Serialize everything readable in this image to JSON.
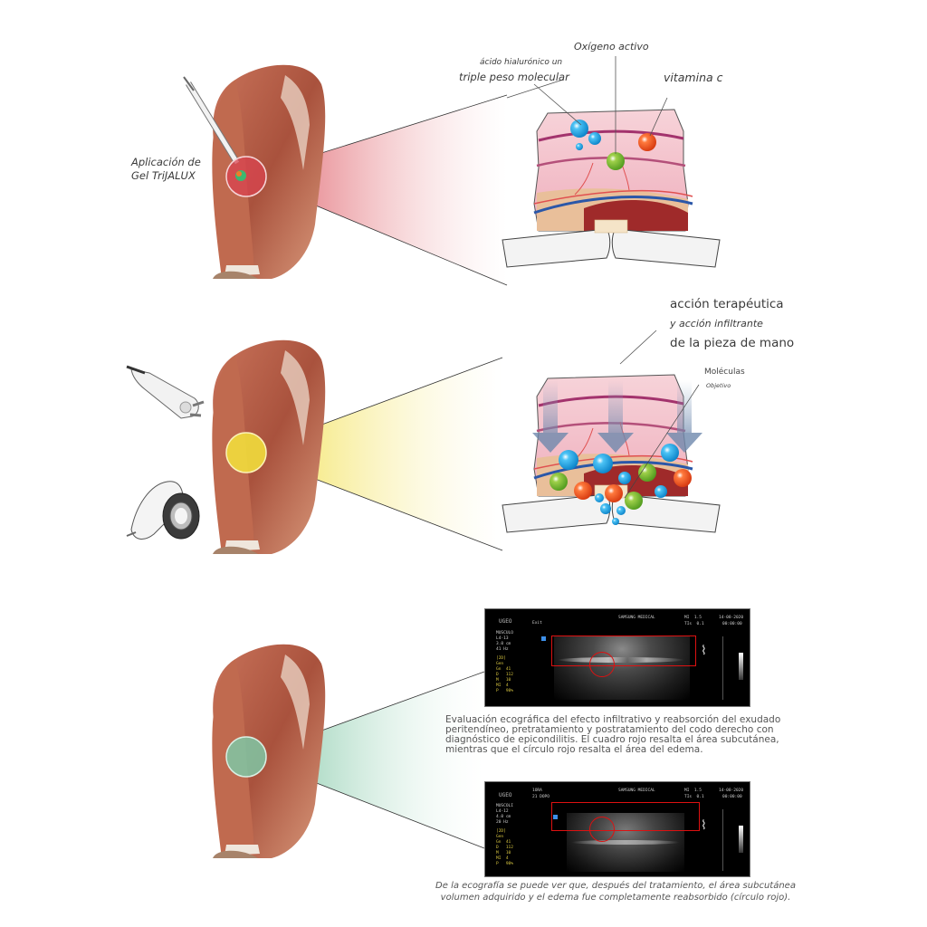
{
  "panel1": {
    "application_label_line1": "Aplicación de",
    "application_label_line2": "Gel TriJALUX",
    "label_hyaluronic_line1": "ácido hialurónico un",
    "label_hyaluronic_line2": "triple peso molecular",
    "label_oxygen": "Oxígeno activo",
    "label_vitamin_c": "vitamina c",
    "highlight_color": "#d9434f"
  },
  "panel2": {
    "action_line1": "acción terapéutica",
    "action_line2": "y acción infiltrante",
    "action_line3": "de la pieza de mano",
    "molecules_label": "Moléculas",
    "molecules_sublabel": "Objetivo",
    "highlight_color": "#f1dd3c"
  },
  "panel3": {
    "highlight_color": "#7fc7a4",
    "ultrasound_before": {
      "logo": "UGEO",
      "left_header": "Exit",
      "brand": "SAMSUNG MEDICAL",
      "mi": "MI  1.5",
      "tis": "TIs  0.1",
      "date": "14-08-2020",
      "time": "00:00:00",
      "probe_info": [
        "MUSCULO",
        "L4-13",
        "3.0 cm",
        "41 Hz"
      ],
      "params": [
        "[2D]",
        "Gen",
        "Gn  41",
        "D   112",
        "M   10",
        "MI  4",
        "P   98%"
      ]
    },
    "caption_before": "Evaluación ecográfica del efecto infiltrativo y reabsorción del exudado peritendíneo, pretratamiento y postratamiento del codo derecho con diagnóstico de epicondilitis. El cuadro rojo resalta el área subcutánea, mientras que el círculo rojo resalta el área del edema.",
    "ultrasound_after": {
      "logo": "UGEO",
      "left_header_line1": "1ORA",
      "left_header_line2": "21 DOPO",
      "brand": "SAMSUNG MEDICAL",
      "mi": "MI  1.5",
      "tis": "TIs  0.1",
      "date": "14-08-2020",
      "time": "00:00:00",
      "probe_info": [
        "MUSCOLI",
        "L4-12",
        "4.0 cm",
        "20 Hz"
      ],
      "params": [
        "[2D]",
        "Gen",
        "Gn  41",
        "D   112",
        "M   10",
        "MI  4",
        "P   98%"
      ]
    },
    "caption_after": "De la ecografía se puede ver que, después del tratamiento, el área subcutánea volumen adquirido y el edema fue completamente reabsorbido (círculo rojo)."
  }
}
